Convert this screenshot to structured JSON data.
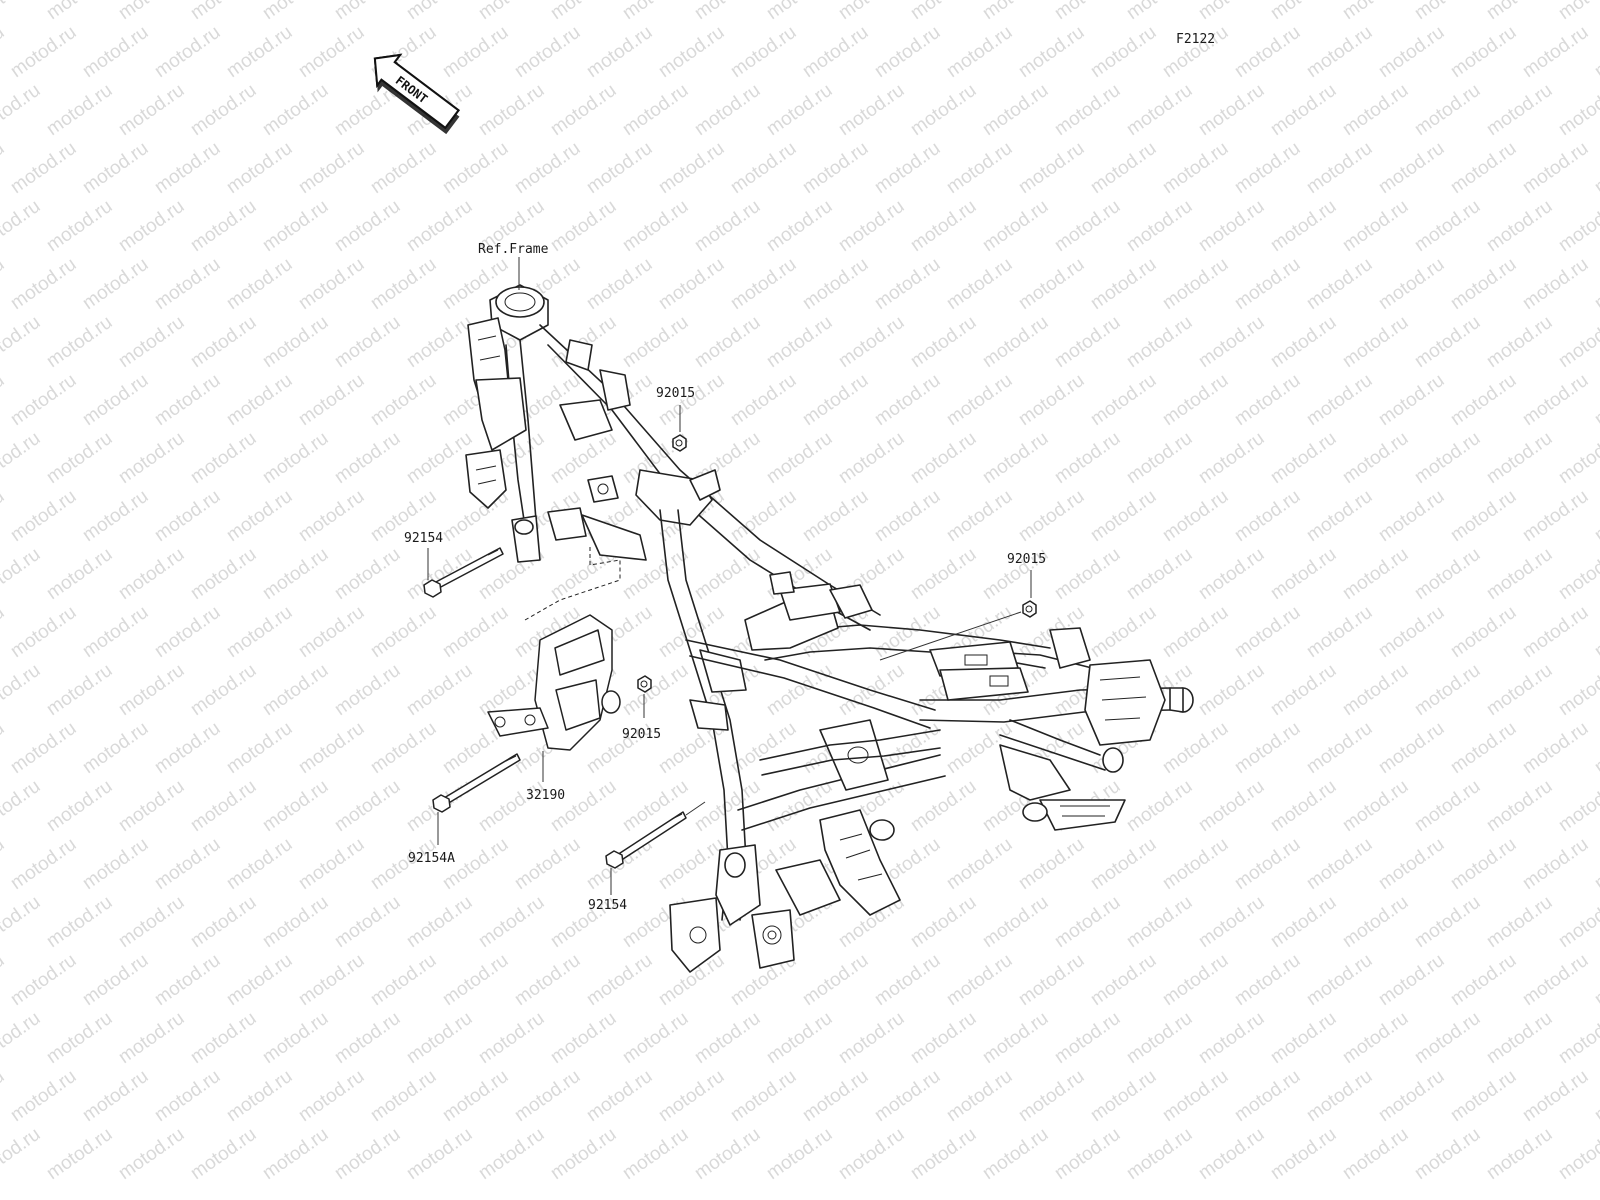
{
  "diagram": {
    "figure_code": "F2122",
    "front_label": "FRONT",
    "reference_label": "Ref.Frame",
    "watermark": "motod.ru",
    "callouts": [
      {
        "id": "nut-upper",
        "number": "92015"
      },
      {
        "id": "bolt-upper-left",
        "number": "92154"
      },
      {
        "id": "nut-right",
        "number": "92015"
      },
      {
        "id": "nut-bracket",
        "number": "92015"
      },
      {
        "id": "bracket",
        "number": "32190"
      },
      {
        "id": "bolt-lower-left",
        "number": "92154A"
      },
      {
        "id": "bolt-lower",
        "number": "92154"
      }
    ]
  }
}
